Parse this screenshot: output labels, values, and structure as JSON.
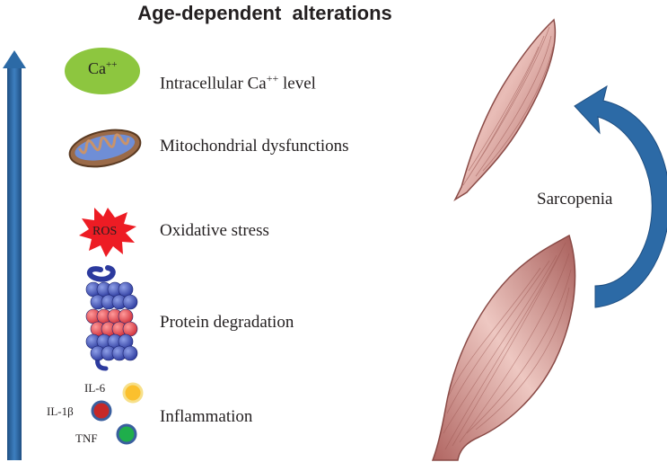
{
  "title": "Age-dependent  alterations",
  "rows": [
    {
      "name": "intracellular-calcium",
      "label_prefix": "Intracellular Ca",
      "label_sup": "++",
      "label_suffix": " level",
      "icon_text": "Ca",
      "icon_sup": "++"
    },
    {
      "name": "mitochondrial-dysfunctions",
      "label": "Mitochondrial dysfunctions"
    },
    {
      "name": "oxidative-stress",
      "label": "Oxidative stress",
      "icon_text": "ROS"
    },
    {
      "name": "protein-degradation",
      "label": "Protein degradation"
    },
    {
      "name": "inflammation",
      "label": "Inflammation",
      "cytokines": [
        "IL-6",
        "IL-1β",
        "TNF"
      ]
    }
  ],
  "sarcopenia_label": "Sarcopenia",
  "colors": {
    "arrow_blue": "#2c6aa6",
    "calcium_green": "#8dc63f",
    "ros_red": "#ed1c24",
    "il6_yellow": "#fbc02d",
    "il1b_red": "#c62828",
    "tnf_green": "#1fae4b",
    "muscle": "#c27c78"
  }
}
